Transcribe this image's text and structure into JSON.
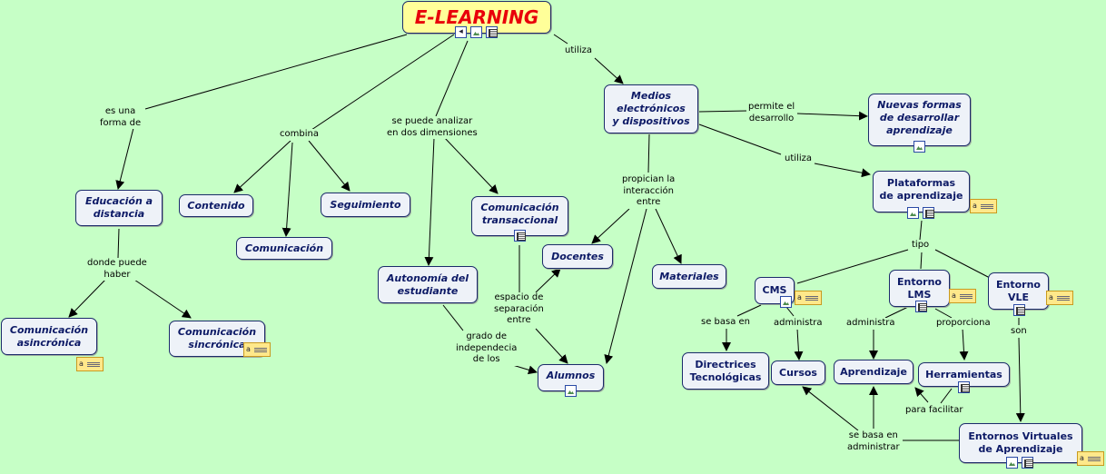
{
  "title": "E-LEARNING",
  "nodes": {
    "medios": [
      "Medios",
      "electrónicos",
      "y dispositivos"
    ],
    "nuevas": [
      "Nuevas formas",
      "de desarrollar",
      "aprendizaje"
    ],
    "educacion": [
      "Educación a",
      "distancia"
    ],
    "contenido": "Contenido",
    "seguimiento": "Seguimiento",
    "comunicacion": "Comunicación",
    "com_trans": [
      "Comunicación",
      "transaccional"
    ],
    "plataformas": [
      "Plataformas",
      "de aprendizaje"
    ],
    "docentes": "Docentes",
    "materiales": "Materiales",
    "autonomia": [
      "Autonomía del",
      "estudiante"
    ],
    "com_async": [
      "Comunicación",
      "asincrónica"
    ],
    "com_sync": [
      "Comunicación",
      "sincrónica"
    ],
    "cms": "CMS",
    "lms": [
      "Entorno",
      "LMS"
    ],
    "vle": [
      "Entorno",
      "VLE"
    ],
    "alumnos": "Alumnos",
    "directrices": [
      "Directrices",
      "Tecnológicas"
    ],
    "cursos": "Cursos",
    "aprendizaje": "Aprendizaje",
    "herramientas": "Herramientas",
    "entornos": [
      "Entornos Virtuales",
      "de Aprendizaje"
    ]
  },
  "links": {
    "utiliza1": "utiliza",
    "es_una": [
      "es una",
      "forma de"
    ],
    "combina": "combina",
    "se_puede": [
      "se puede analizar",
      "en dos dimensiones"
    ],
    "permite": [
      "permite el",
      "desarrollo"
    ],
    "utiliza2": "utiliza",
    "propician": [
      "propician la",
      "interacción",
      "entre"
    ],
    "donde": [
      "donde puede",
      "haber"
    ],
    "tipo": "tipo",
    "espacio": [
      "espacio de",
      "separación",
      "entre"
    ],
    "se_basa_en": "se basa en",
    "administra1": "administra",
    "administra2": "administra",
    "proporciona": "proporciona",
    "son": "son",
    "grado": [
      "grado de",
      "independecia",
      "de los"
    ],
    "para_facilitar": "para facilitar",
    "se_basa_admin": [
      "se basa en",
      "administrar"
    ]
  },
  "note_letter": "a"
}
